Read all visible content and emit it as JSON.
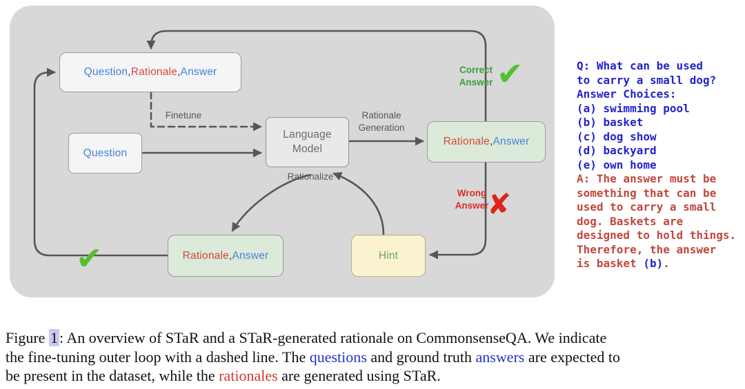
{
  "figure": {
    "diagram": {
      "boxes": {
        "qra_top": {
          "question": "Question",
          "sep1": ", ",
          "rationale": "Rationale",
          "sep2": ", ",
          "answer": "Answer"
        },
        "question_label": "Question",
        "language_model": "Language\nModel",
        "ra_right": {
          "rationale": "Rationale",
          "sep": ", ",
          "answer": "Answer"
        },
        "ra_bottom": {
          "rationale": "Rationale",
          "sep": ", ",
          "answer": "Answer"
        },
        "hint": "Hint"
      },
      "labels": {
        "finetune": "Finetune",
        "rationale_generation": "Rationale\nGeneration",
        "rationalize": "Rationalize",
        "correct_answer": "Correct\nAnswer",
        "wrong_answer": "Wrong\nAnswer"
      },
      "icons": {
        "check": "✔",
        "cross": "✘"
      }
    },
    "qa_example": {
      "question": "Q: What can be used\nto carry a small dog?\nAnswer Choices:\n(a) swimming pool\n(b) basket\n(c) dog show\n(d) backyard\n(e) own home",
      "answer_main": "A: The answer must be\nsomething that can be\nused to carry a small\ndog. Baskets are\ndesigned to hold things.\nTherefore, the answer\nis basket ",
      "answer_choice": "(b)",
      "answer_end": "."
    },
    "caption": {
      "figure_word": "Figure ",
      "figure_number": "1",
      "part1": ": An overview of STaR and a STaR-generated rationale on CommonsenseQA. We indicate\nthe fine-tuning outer loop with a dashed line. The ",
      "link_questions": "questions",
      "part2": " and ground truth ",
      "link_answers": "answers",
      "part3": " are expected to\nbe present in the dataset, while the ",
      "link_rationales": "rationales",
      "part4": " are generated using STaR."
    },
    "colors": {
      "panel_bg": "#d8d8d8",
      "box_blue": "#4a81d6",
      "box_red": "#d4493a",
      "green_box_bg": "#dceada",
      "yellow_box_bg": "#fbf2cf",
      "hint_text_green": "#6aa658",
      "label_green": "#3c9b3c",
      "label_red": "#d82e20",
      "check_green": "#55c02e",
      "cross_red": "#e0231b",
      "qa_blue": "#2323cf",
      "qa_red": "#c2463c",
      "caption_link_blue": "#2433cc",
      "caption_red": "#cb3a2e",
      "arrow_gray": "#565656"
    }
  }
}
